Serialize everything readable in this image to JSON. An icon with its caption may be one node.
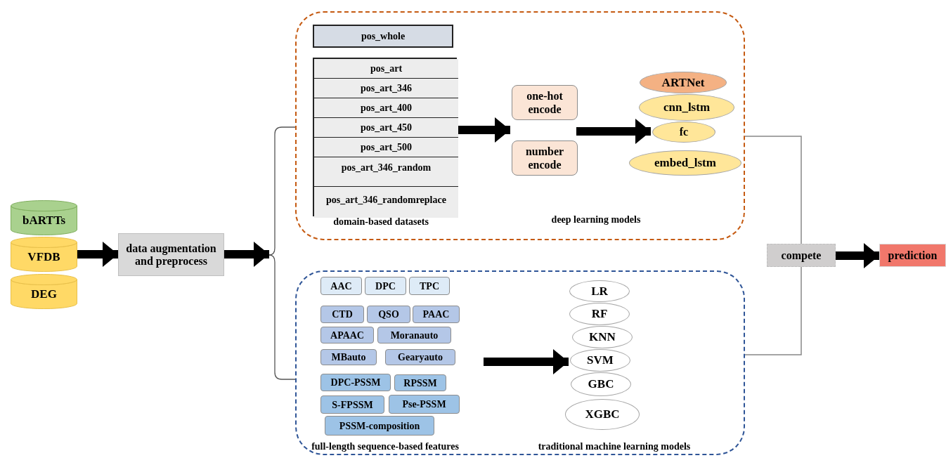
{
  "diagram": {
    "nodes": [
      {
        "text": [
          "bARTTs"
        ]
      },
      {
        "text": [
          "VFDB"
        ]
      },
      {
        "text": [
          "DEG"
        ]
      },
      {
        "text": [
          "data augmentation and preprocess"
        ]
      },
      {
        "text": [],
        "shape": "box"
      },
      {
        "text": [
          "pos_whole"
        ],
        "in": 4
      },
      {
        "text": [],
        "shape": "box",
        "in": 4
      },
      {
        "text": [
          "pos_art"
        ],
        "in": 6
      },
      {
        "text": [
          "pos_art_346"
        ],
        "in": 6
      },
      {
        "text": [
          "pos_art_400"
        ],
        "in": 6
      },
      {
        "text": [
          "pos_art_450"
        ],
        "in": 6
      },
      {
        "text": [
          "pos_art_500"
        ],
        "in": 6
      },
      {
        "text": [
          "pos_art_346_random"
        ],
        "in": 6
      },
      {
        "text": [
          "pos_art_346_randomreplace"
        ],
        "in": 6
      },
      {
        "text": [
          "one-hot encode"
        ],
        "in": 4
      },
      {
        "text": [
          "number encode"
        ],
        "in": 4
      },
      {
        "text": [
          "ARTNet"
        ],
        "in": 4
      },
      {
        "text": [
          "cnn_lstm"
        ],
        "in": 4
      },
      {
        "text": [
          "fc"
        ],
        "in": 4
      },
      {
        "text": [
          "embed_lstm"
        ],
        "in": 4
      },
      {
        "text": [],
        "shape": "box"
      },
      {
        "text": [
          "AAC"
        ],
        "in": 20
      },
      {
        "text": [
          "DPC"
        ],
        "in": 20
      },
      {
        "text": [
          "TPC"
        ],
        "in": 20
      },
      {
        "text": [
          "CTD"
        ],
        "in": 20
      },
      {
        "text": [
          "QSO"
        ],
        "in": 20
      },
      {
        "text": [
          "PAAC"
        ],
        "in": 20
      },
      {
        "text": [
          "APAAC"
        ],
        "in": 20
      },
      {
        "text": [
          "Moranauto"
        ],
        "in": 20
      },
      {
        "text": [
          "MBauto"
        ],
        "in": 20
      },
      {
        "text": [
          "Gearyauto"
        ],
        "in": 20
      },
      {
        "text": [
          "DPC-PSSM"
        ],
        "in": 20
      },
      {
        "text": [
          "RPSSM"
        ],
        "in": 20
      },
      {
        "text": [
          "S-FPSSM"
        ],
        "in": 20
      },
      {
        "text": [
          "Pse-PSSM"
        ],
        "in": 20
      },
      {
        "text": [
          "PSSM-composition"
        ],
        "in": 20
      },
      {
        "text": [
          "LR"
        ],
        "in": 20
      },
      {
        "text": [
          "RF"
        ],
        "in": 20
      },
      {
        "text": [
          "KNN"
        ],
        "in": 20
      },
      {
        "text": [
          "SVM"
        ],
        "in": 20
      },
      {
        "text": [
          "GBC"
        ],
        "in": 20
      },
      {
        "text": [
          "XGBC"
        ],
        "in": 20
      },
      {
        "text": [
          "compete"
        ]
      },
      {
        "text": [
          "prediction"
        ]
      }
    ],
    "edges": [
      {
        "from": 1,
        "to": 3,
        "arrow": "to"
      },
      {
        "from": 3,
        "to": 4,
        "arrow": "to"
      },
      {
        "from": 3,
        "to": 20,
        "arrow": "to"
      },
      {
        "from": 6,
        "to": 14,
        "arrow": "to"
      },
      {
        "from": 6,
        "to": 15,
        "arrow": "to"
      },
      {
        "from": 14,
        "to": 18,
        "arrow": "to"
      },
      {
        "from": 15,
        "to": 18,
        "arrow": "to"
      },
      {
        "from": null,
        "to": 39,
        "arrow": "to"
      },
      {
        "from": 4,
        "to": 42,
        "arrow": "none",
        "color": "#888888"
      },
      {
        "from": 20,
        "to": 42,
        "arrow": "none",
        "color": "#888888"
      },
      {
        "from": 42,
        "to": 43,
        "arrow": "to"
      }
    ],
    "labels": [
      "domain-based datasets",
      "deep learning models",
      "full-length sequence-based features",
      "traditional machine learning models"
    ]
  }
}
